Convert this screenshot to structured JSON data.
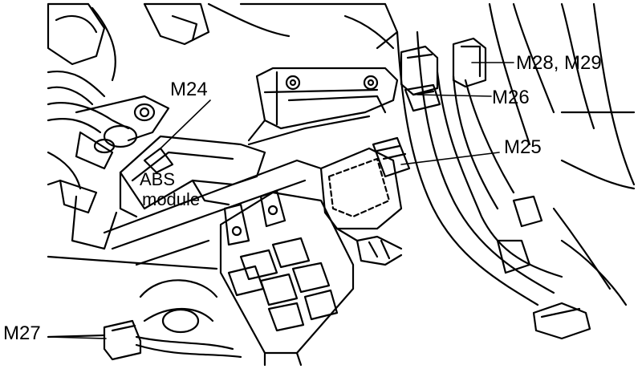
{
  "diagram": {
    "labels": {
      "m24": "M24",
      "abs_line1": "ABS",
      "abs_line2": "module",
      "m28_m29": "M28, M29",
      "m26": "M26",
      "m25": "M25",
      "m27": "M27"
    },
    "colors": {
      "ink": "#000000",
      "paper": "#ffffff"
    }
  }
}
